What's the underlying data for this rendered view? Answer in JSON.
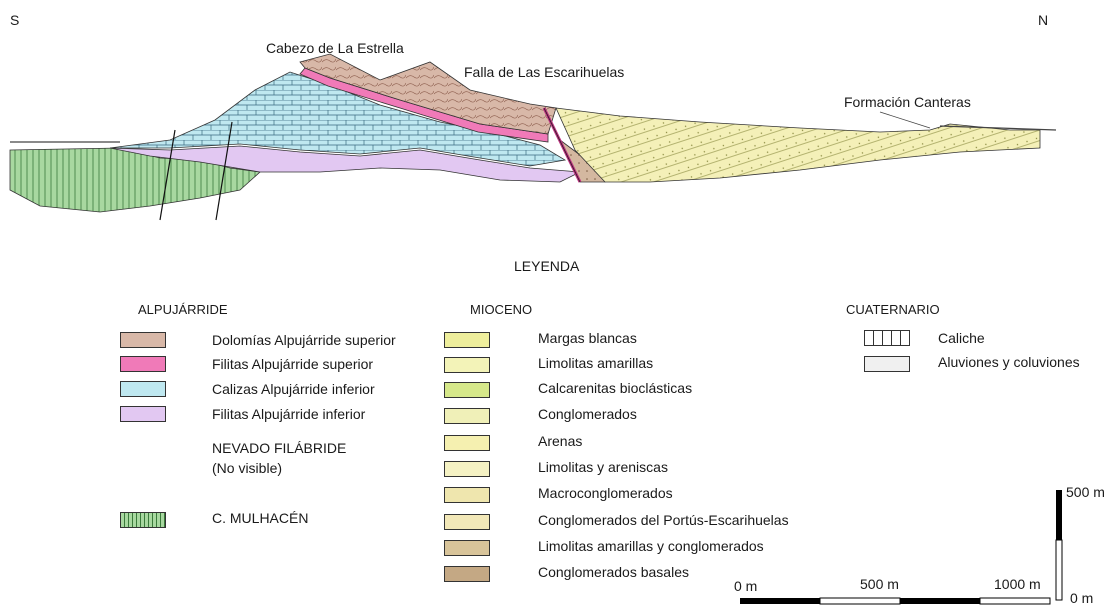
{
  "orientation": {
    "south": "S",
    "north": "N"
  },
  "section_labels": {
    "peak": "Cabezo de La Estrella",
    "fault": "Falla de Las Escarihuelas",
    "formation": "Formación Canteras"
  },
  "legend_title": "LEYENDA",
  "groups": {
    "alpujarride": {
      "heading": "ALPUJÁRRIDE",
      "items": [
        {
          "label": "Dolomías Alpujárride superior",
          "color": "#d8b8a8"
        },
        {
          "label": "Filitas Alpujárride superior",
          "color": "#f07ab8"
        },
        {
          "label": "Calizas Alpujárride inferior",
          "color": "#bfe8f0"
        },
        {
          "label": "Filitas Alpujárride inferior",
          "color": "#e2c8f2"
        }
      ],
      "nevado": "NEVADO FILÁBRIDE",
      "nevado_note": "(No visible)",
      "mulhacen": {
        "label": "C. MULHACÉN",
        "color": "#a8d8a0"
      }
    },
    "mioceno": {
      "heading": "MIOCENO",
      "items": [
        {
          "label": "Margas blancas",
          "color": "#eeee9c"
        },
        {
          "label": "Limolitas amarillas",
          "color": "#f3f3b8"
        },
        {
          "label": "Calcarenitas bioclásticas",
          "color": "#d6e88a"
        },
        {
          "label": "Conglomerados",
          "color": "#f0f0b8"
        },
        {
          "label": "Arenas",
          "color": "#f5f0b0"
        },
        {
          "label": "Limolitas y areniscas",
          "color": "#f5f2c4"
        },
        {
          "label": "Macroconglomerados",
          "color": "#efe6ae"
        },
        {
          "label": "Conglomerados del Portús-Escarihuelas",
          "color": "#f2e8b8"
        },
        {
          "label": "Limolitas amarillas y conglomerados",
          "color": "#d8c49a"
        },
        {
          "label": "Conglomerados basales",
          "color": "#c4a884"
        }
      ]
    },
    "cuaternario": {
      "heading": "CUATERNARIO",
      "items": [
        {
          "label": "Caliche",
          "color": "#ffffff"
        },
        {
          "label": "Aluviones y coluviones",
          "color": "#f0f0f0"
        }
      ]
    }
  },
  "scale": {
    "horizontal": {
      "start": "0 m",
      "mid": "500 m",
      "end": "1000 m"
    },
    "vertical": {
      "top": "500 m",
      "bottom": "0 m"
    }
  }
}
